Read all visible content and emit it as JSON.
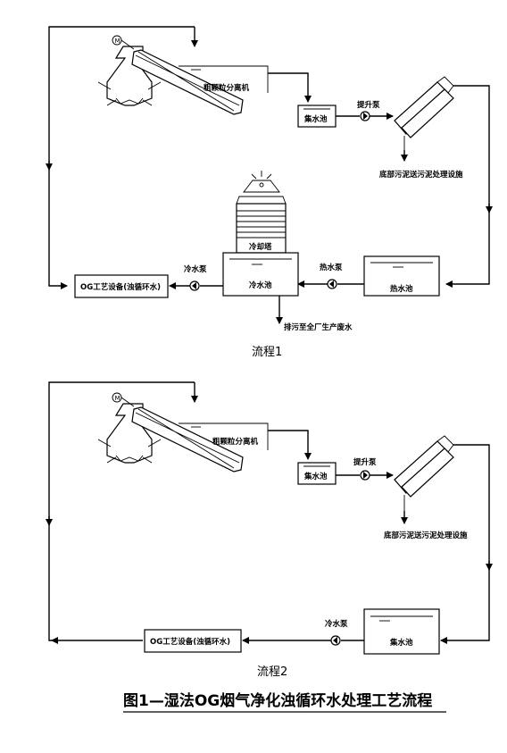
{
  "flow1": {
    "separator": "粗颗粒分离机",
    "collect_tank": "集水池",
    "lift_pump": "提升泵",
    "sludge": "底部污泥送污泥处理设施",
    "cooling_tower": "冷却塔",
    "cold_pump": "冷水泵",
    "og_equipment": "OG工艺设备(浊循环水)",
    "cold_tank": "冷水池",
    "hot_pump": "热水泵",
    "hot_tank": "热水池",
    "drain": "排污至全厂生产废水",
    "motor": "M",
    "caption": "流程1"
  },
  "flow2": {
    "separator": "粗颗粒分离机",
    "collect_tank": "集水池",
    "lift_pump": "提升泵",
    "sludge": "底部污泥送污泥处理设施",
    "cold_pump": "冷水泵",
    "og_equipment": "OG工艺设备(浊循环水)",
    "collect_tank2": "集水池",
    "motor": "M",
    "caption": "流程2"
  },
  "title": "图1—湿法OG烟气净化浊循环水处理工艺流程"
}
